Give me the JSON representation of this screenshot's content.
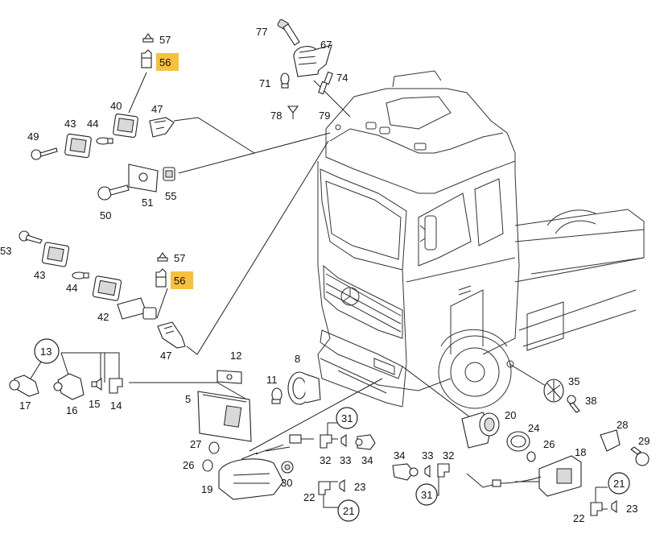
{
  "labels": {
    "n77": "77",
    "n67": "67",
    "n71": "71",
    "n74": "74",
    "n78": "78",
    "n79": "79",
    "n57a": "57",
    "n56a": "56",
    "n40": "40",
    "n47a": "47",
    "n43a": "43",
    "n44a": "44",
    "n49": "49",
    "n51": "51",
    "n55": "55",
    "n50": "50",
    "n53": "53",
    "n43b": "43",
    "n44b": "44",
    "n42": "42",
    "n57b": "57",
    "n56b": "56",
    "n47b": "47",
    "n13": "13",
    "n17": "17",
    "n16": "16",
    "n15": "15",
    "n14": "14",
    "n12": "12",
    "n5": "5",
    "n8": "8",
    "n11": "11",
    "n35": "35",
    "n38": "38",
    "n20": "20",
    "n24": "24",
    "n26a": "26",
    "n28": "28",
    "n29": "29",
    "n18": "18",
    "n31a": "31",
    "n32a": "32",
    "n33a": "33",
    "n34a": "34",
    "n27": "27",
    "n26b": "26",
    "n19": "19",
    "n30": "30",
    "n22a": "22",
    "n23a": "23",
    "n21a": "21",
    "n34b": "34",
    "n33b": "33",
    "n32b": "32",
    "n31b": "31",
    "n21b": "21",
    "n22b": "22",
    "n23b": "23"
  },
  "highlight_color": "#f6c13b"
}
